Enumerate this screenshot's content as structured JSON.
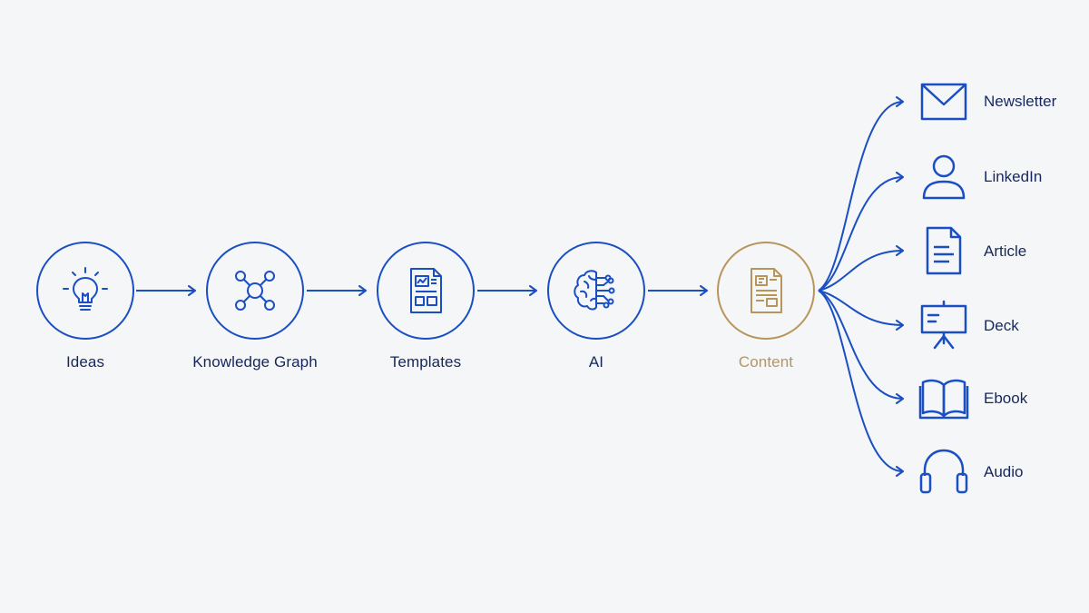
{
  "colors": {
    "primary": "#1a4fc4",
    "accent": "#b8955a",
    "text": "#16275e",
    "background": "#f5f6f7"
  },
  "pipeline": [
    {
      "label": "Ideas",
      "icon": "lightbulb-icon"
    },
    {
      "label": "Knowledge Graph",
      "icon": "network-graph-icon"
    },
    {
      "label": "Templates",
      "icon": "template-document-icon"
    },
    {
      "label": "AI",
      "icon": "brain-circuit-icon"
    },
    {
      "label": "Content",
      "icon": "content-document-icon"
    }
  ],
  "outputs": [
    {
      "label": "Newsletter",
      "icon": "envelope-icon"
    },
    {
      "label": "LinkedIn",
      "icon": "person-icon"
    },
    {
      "label": "Article",
      "icon": "article-document-icon"
    },
    {
      "label": "Deck",
      "icon": "presentation-easel-icon"
    },
    {
      "label": "Ebook",
      "icon": "open-book-icon"
    },
    {
      "label": "Audio",
      "icon": "headphones-icon"
    }
  ]
}
